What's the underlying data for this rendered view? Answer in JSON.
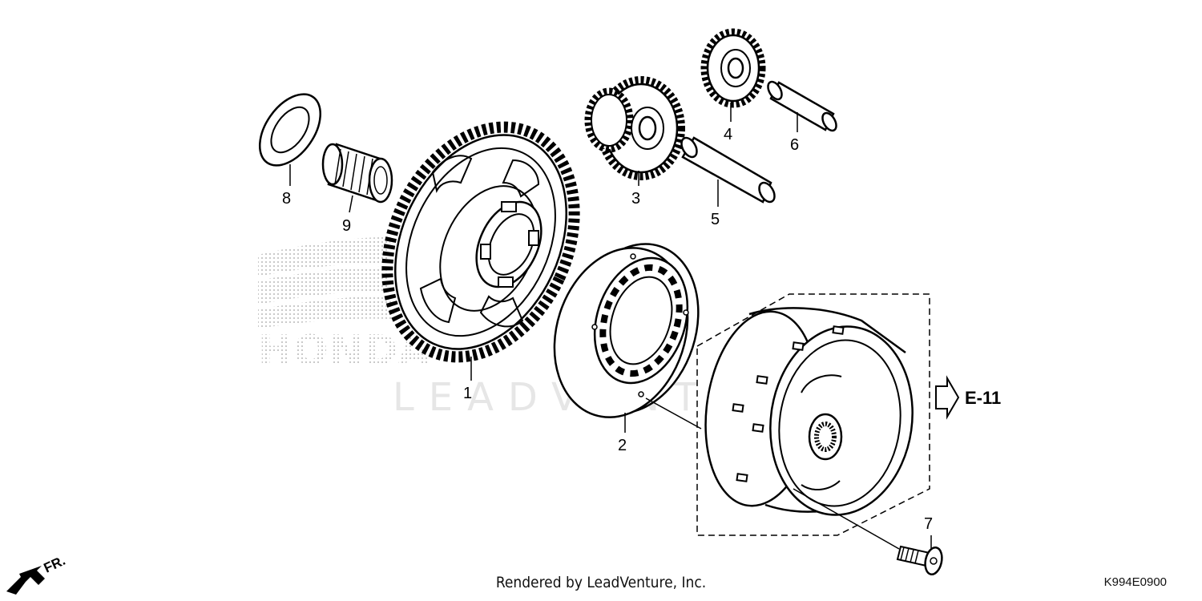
{
  "watermark": {
    "brand_letters": "HONDA",
    "text": "LEADVENTURE"
  },
  "callouts": {
    "c1": "1",
    "c2": "2",
    "c3": "3",
    "c4": "4",
    "c5": "5",
    "c6": "6",
    "c7": "7",
    "c8": "8",
    "c9": "9"
  },
  "reference": {
    "label": "E-11"
  },
  "front_indicator": {
    "label": "FR."
  },
  "footer": {
    "credit": "Rendered by LeadVenture, Inc."
  },
  "diagram_code": "K994E0900"
}
